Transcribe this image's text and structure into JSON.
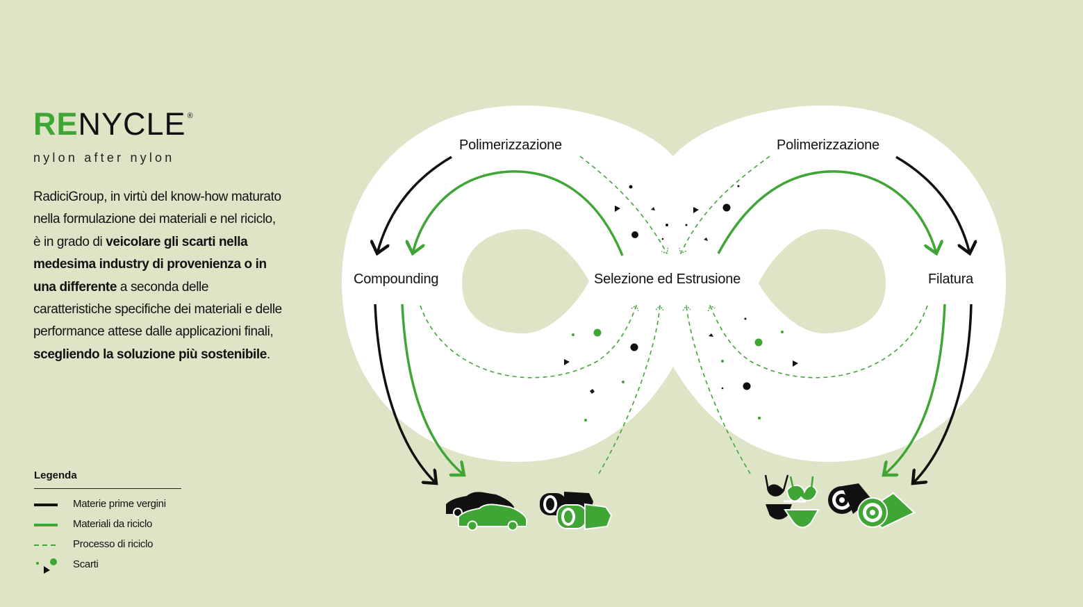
{
  "brand": {
    "logo_accent": "RE",
    "logo_rest": "NYCLE",
    "logo_mark": "®",
    "tagline": "nylon after nylon"
  },
  "intro": {
    "segments": [
      {
        "text": "RadiciGroup, in virtù del know-how maturato nella formulazione dei materiali e nel riciclo, è in grado di ",
        "bold": false
      },
      {
        "text": "veicolare gli scarti nella medesima industry di provenienza o in una differente",
        "bold": true
      },
      {
        "text": " a seconda delle caratteristiche specifiche dei materiali e delle performance attese dalle applicazioni finali, ",
        "bold": false
      },
      {
        "text": "scegliendo la soluzione più sostenibile",
        "bold": true
      },
      {
        "text": ".",
        "bold": false
      }
    ]
  },
  "legend": {
    "title": "Legenda",
    "items": [
      {
        "label": "Materie prime vergini",
        "style": "solid-black"
      },
      {
        "label": "Materiali da riciclo",
        "style": "solid-green"
      },
      {
        "label": "Processo di riciclo",
        "style": "dashed-green"
      },
      {
        "label": "Scarti",
        "style": "dots"
      }
    ]
  },
  "diagram": {
    "nodes": {
      "polimerizzazione_left": "Polimerizzazione",
      "polimerizzazione_right": "Polimerizzazione",
      "compounding": "Compounding",
      "selezione": "Selezione ed Estrusione",
      "filatura": "Filatura"
    },
    "products_left": [
      "car-icon",
      "connector-icon"
    ],
    "products_right": [
      "swimwear-icon",
      "carpet-roll-icon"
    ]
  },
  "colors": {
    "background": "#dde5c6",
    "green": "#3fa535",
    "black": "#111111",
    "loop": "#ffffff"
  }
}
